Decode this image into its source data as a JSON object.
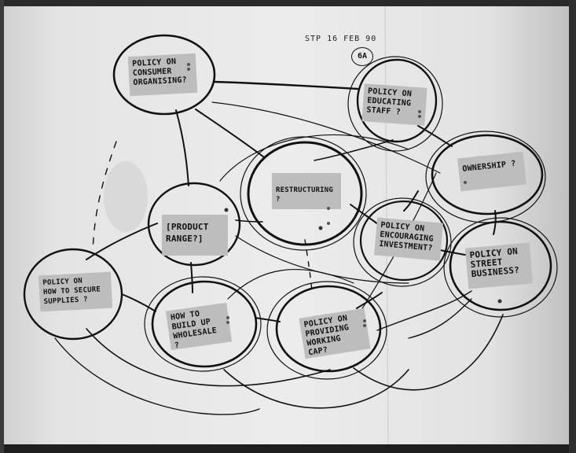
{
  "header": {
    "date_text": "STP 16 FEB 90",
    "session_label": "6A"
  },
  "notes": {
    "consumer_organising": "POLICY ON\nCONSUMER\nORGANISING?",
    "educating_staff": "POLICY ON\nEDUCATING\nSTAFF ?",
    "ownership": "OWNERSHIP ?",
    "restructuring": "RESTRUCTURING ?",
    "product_range": "[PRODUCT\nRANGE?]",
    "encouraging_investment": "POLICY ON\nENCOURAGING\nINVESTMENT?",
    "street_business": "POLICY ON\nSTREET\nBUSINESS?",
    "secure_supplies": "POLICY ON\nHOW TO SECURE\nSUPPLIES ?",
    "build_up_wholesale": "HOW TO\nBUILD UP\nWHOLESALE ?",
    "working_cap": "POLICY ON\nPROVIDING\nWORKING CAP?"
  },
  "colors": {
    "paper": "#ececec",
    "ink": "#111111",
    "note": "#bdbdbd"
  }
}
